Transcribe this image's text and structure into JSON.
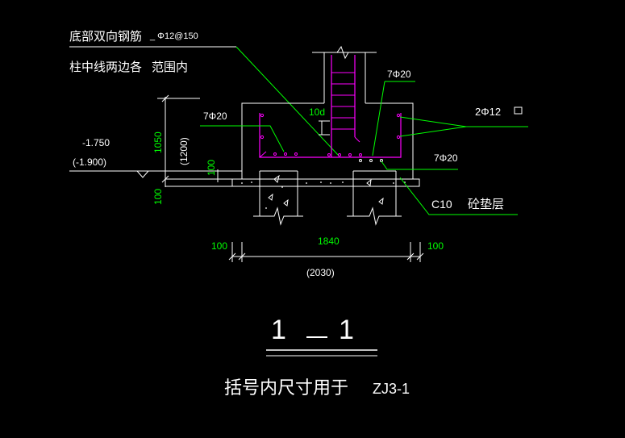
{
  "notes": {
    "line1": "底部双向钢筋",
    "line1_rebar": "_ Φ12@150",
    "line2": "柱中线两边各",
    "line2b": "范围内"
  },
  "labels": {
    "top_bars": "7Φ20",
    "left_bars": "7Φ20",
    "bottom_bars": "7Φ20",
    "anchor": "10d",
    "side_bars": "2Φ12",
    "cushion": "C10",
    "cushion_cn": "砼垫层"
  },
  "elevation": {
    "main": "-1.750",
    "bracket": "(-1.900)"
  },
  "vertical_dims": {
    "height": "1050",
    "height_bracket": "(1200)",
    "cover": "100",
    "cushion": "100"
  },
  "horizontal_dims": {
    "left": "100",
    "width": "1840",
    "right": "100",
    "total_bracket": "(2030)"
  },
  "section": {
    "left_num": "1",
    "right_num": "1",
    "note": "括号内尺寸用于",
    "code": "ZJ3-1"
  },
  "colors": {
    "background": "#000000",
    "lines": "#ffffff",
    "leaders": "#00ff00",
    "rebar": "#ff00ff",
    "text": "#ffffff"
  }
}
